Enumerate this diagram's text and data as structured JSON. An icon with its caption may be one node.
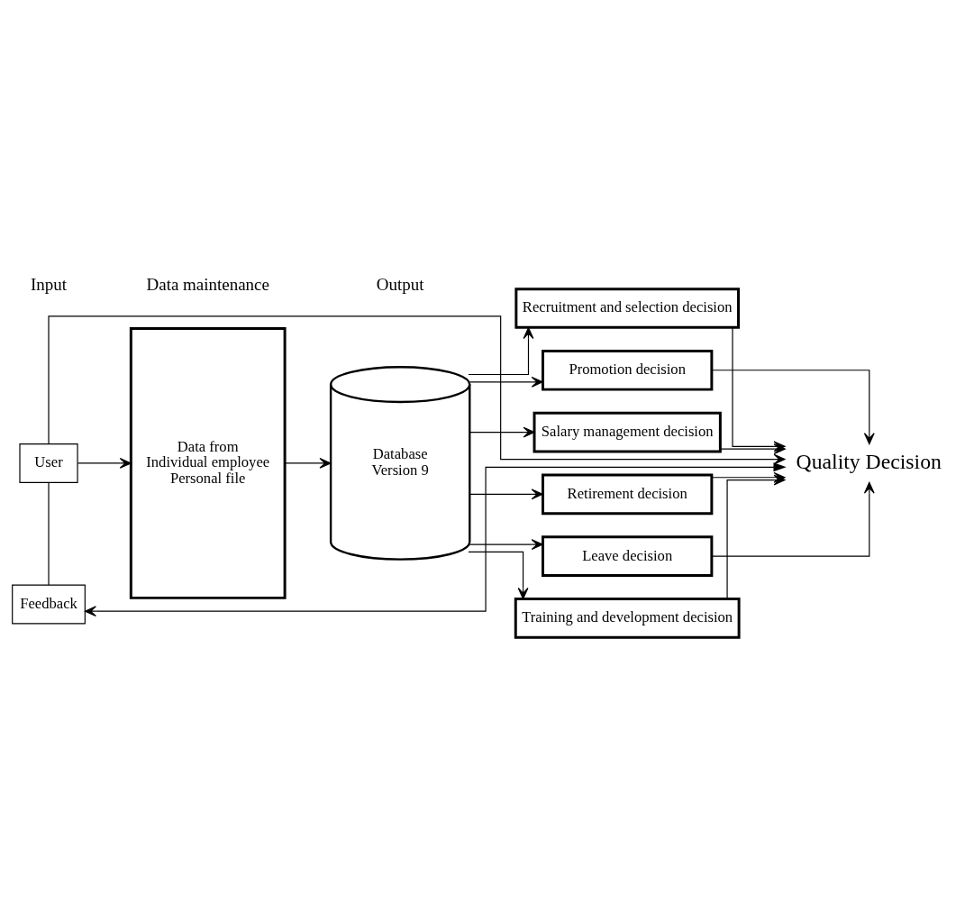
{
  "diagram": {
    "nodes": [
      {
        "text": [
          "User"
        ]
      },
      {
        "text": [
          "Data from",
          "Individual employee",
          "Personal file"
        ]
      },
      {
        "text": [
          "Database",
          "Version 9"
        ]
      },
      {
        "text": [
          "Recruitment and selection decision"
        ]
      },
      {
        "text": [
          "Promotion decision"
        ]
      },
      {
        "text": [
          "Salary management decision"
        ]
      },
      {
        "text": [
          "Retirement decision"
        ]
      },
      {
        "text": [
          "Leave decision"
        ]
      },
      {
        "text": [
          "Training and development decision"
        ]
      },
      {
        "text": [
          "Quality Decision"
        ]
      },
      {
        "text": [
          "Feedback"
        ]
      }
    ],
    "edges": [
      {
        "from": 0,
        "to": 1,
        "arrow": "to"
      },
      {
        "from": 1,
        "to": 2,
        "arrow": "to"
      },
      {
        "from": 2,
        "to": 3,
        "arrow": "to"
      },
      {
        "from": 2,
        "to": 4,
        "arrow": "to"
      },
      {
        "from": 2,
        "to": 5,
        "arrow": "to"
      },
      {
        "from": 2,
        "to": 6,
        "arrow": "to"
      },
      {
        "from": 2,
        "to": 7,
        "arrow": "to"
      },
      {
        "from": 2,
        "to": 8,
        "arrow": "to"
      },
      {
        "from": 3,
        "to": 9,
        "arrow": "to"
      },
      {
        "from": 4,
        "to": 9,
        "arrow": "to"
      },
      {
        "from": 5,
        "to": 9,
        "arrow": "to"
      },
      {
        "from": 6,
        "to": 9,
        "arrow": "to"
      },
      {
        "from": 7,
        "to": 9,
        "arrow": "to"
      },
      {
        "from": 8,
        "to": 9,
        "arrow": "to"
      },
      {
        "from": 9,
        "to": 10,
        "arrow": "both"
      },
      {
        "from": 10,
        "to": 0,
        "arrow": "none"
      },
      {
        "from": 0,
        "to": 9,
        "arrow": "to"
      }
    ],
    "labels": [
      "Input",
      "Data maintenance",
      "Output"
    ]
  }
}
